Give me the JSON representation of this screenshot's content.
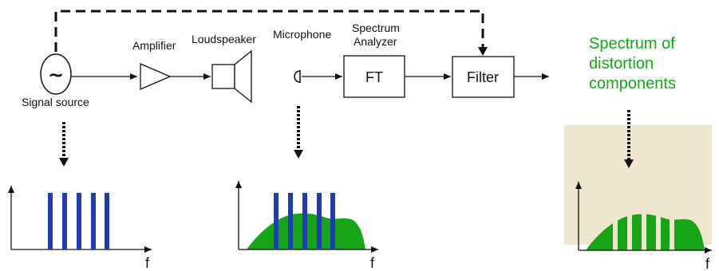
{
  "labels": {
    "signal_source": "Signal source",
    "amplifier": "Amplifier",
    "loudspeaker": "Loudspeaker",
    "microphone": "Microphone",
    "spectrum_analyzer_line1": "Spectrum",
    "spectrum_analyzer_line2": "Analyzer",
    "ft": "FT",
    "filter": "Filter",
    "source_symbol": "~",
    "distortion_line1": "Spectrum of",
    "distortion_line2": "distortion",
    "distortion_line3": "components"
  },
  "axes": {
    "f1": "f",
    "f2": "f",
    "f3": "f"
  },
  "colors": {
    "tone_bars": "#1f3bb5",
    "distortion_fill": "#16a516",
    "highlight_bg": "#efe6cf",
    "highlight_text": "#11aa11",
    "line": "#111111"
  }
}
